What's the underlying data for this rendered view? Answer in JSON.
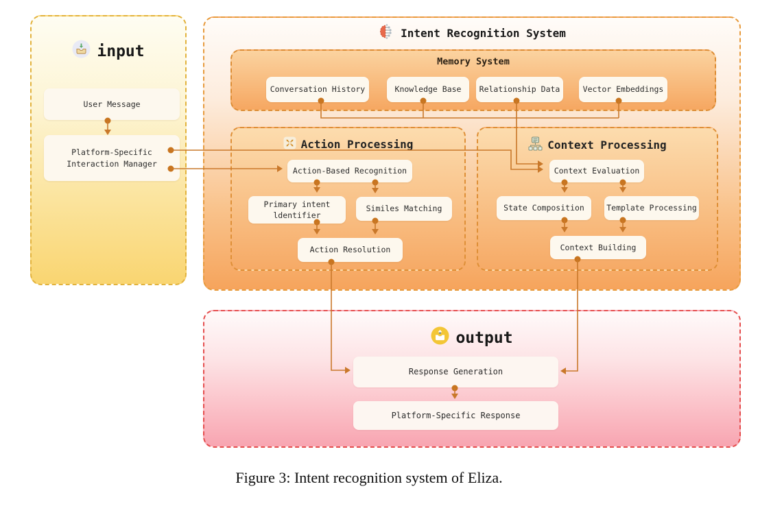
{
  "figure": {
    "caption": "Figure 3: Intent recognition system of Eliza."
  },
  "input_panel": {
    "title": "input",
    "icon": "inbox-tray-icon",
    "nodes": {
      "user_message": "User Message",
      "platform_manager": "Platform-Specific\nInteraction Manager"
    }
  },
  "intent_panel": {
    "title": "Intent Recognition System",
    "icon": "brain-circuit-icon",
    "memory": {
      "title": "Memory System",
      "nodes": {
        "conversation_history": "Conversation History",
        "knowledge_base": "Knowledge Base",
        "relationship_data": "Relationship Data",
        "vector_embeddings": "Vector Embeddings"
      }
    },
    "action": {
      "title": "Action Processing",
      "icon": "crossed-arrows-icon",
      "nodes": {
        "action_based_recognition": "Action-Based Recognition",
        "primary_intent_identifier": "Primary intent\nldentifier",
        "similes_matching": "Similes Matching",
        "action_resolution": "Action Resolution"
      }
    },
    "context": {
      "title": "Context Processing",
      "icon": "sitemap-icon",
      "nodes": {
        "context_evaluation": "Context Evaluation",
        "state_composition": "State Composition",
        "template_processing": "Template Processing",
        "context_building": "Context Building"
      }
    }
  },
  "output_panel": {
    "title": "output",
    "icon": "outbox-tray-icon",
    "nodes": {
      "response_generation": "Response Generation",
      "platform_response": "Platform-Specific Response"
    }
  },
  "colors": {
    "connector_line": "#c9782a",
    "input_border": "#e2b23c",
    "intent_border": "#e79a3c",
    "inner_border": "#de8f37",
    "output_border": "#e54d4d",
    "input_fill_bottom": "#f9d571",
    "intent_fill_bottom": "#f6a45c",
    "output_fill_bottom": "#f8a5b1",
    "node_fill": "#fdf8ee"
  }
}
